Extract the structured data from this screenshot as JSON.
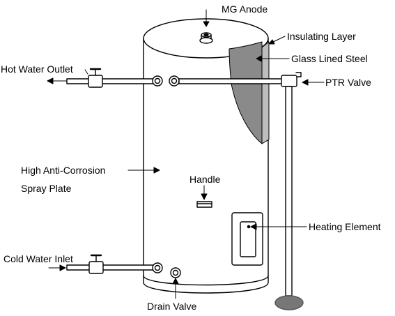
{
  "labels": {
    "mg_anode": "MG Anode",
    "insulating_layer": "Insulating Layer",
    "glass_lined_steel": "Glass Lined Steel",
    "hot_water_outlet": "Hot Water Outlet",
    "ptr_valve": "PTR Valve",
    "anti_corrosion_line1": "High Anti-Corrosion",
    "anti_corrosion_line2": "Spray Plate",
    "handle": "Handle",
    "heating_element": "Heating Element",
    "cold_water_inlet": "Cold Water Inlet",
    "drain_valve": "Drain Valve"
  },
  "colors": {
    "line": "#000000",
    "glass_lined_steel": "#8a8a8a",
    "insulating_layer": "#bdbdbd",
    "drain_pad": "#777777",
    "background": "#ffffff"
  }
}
